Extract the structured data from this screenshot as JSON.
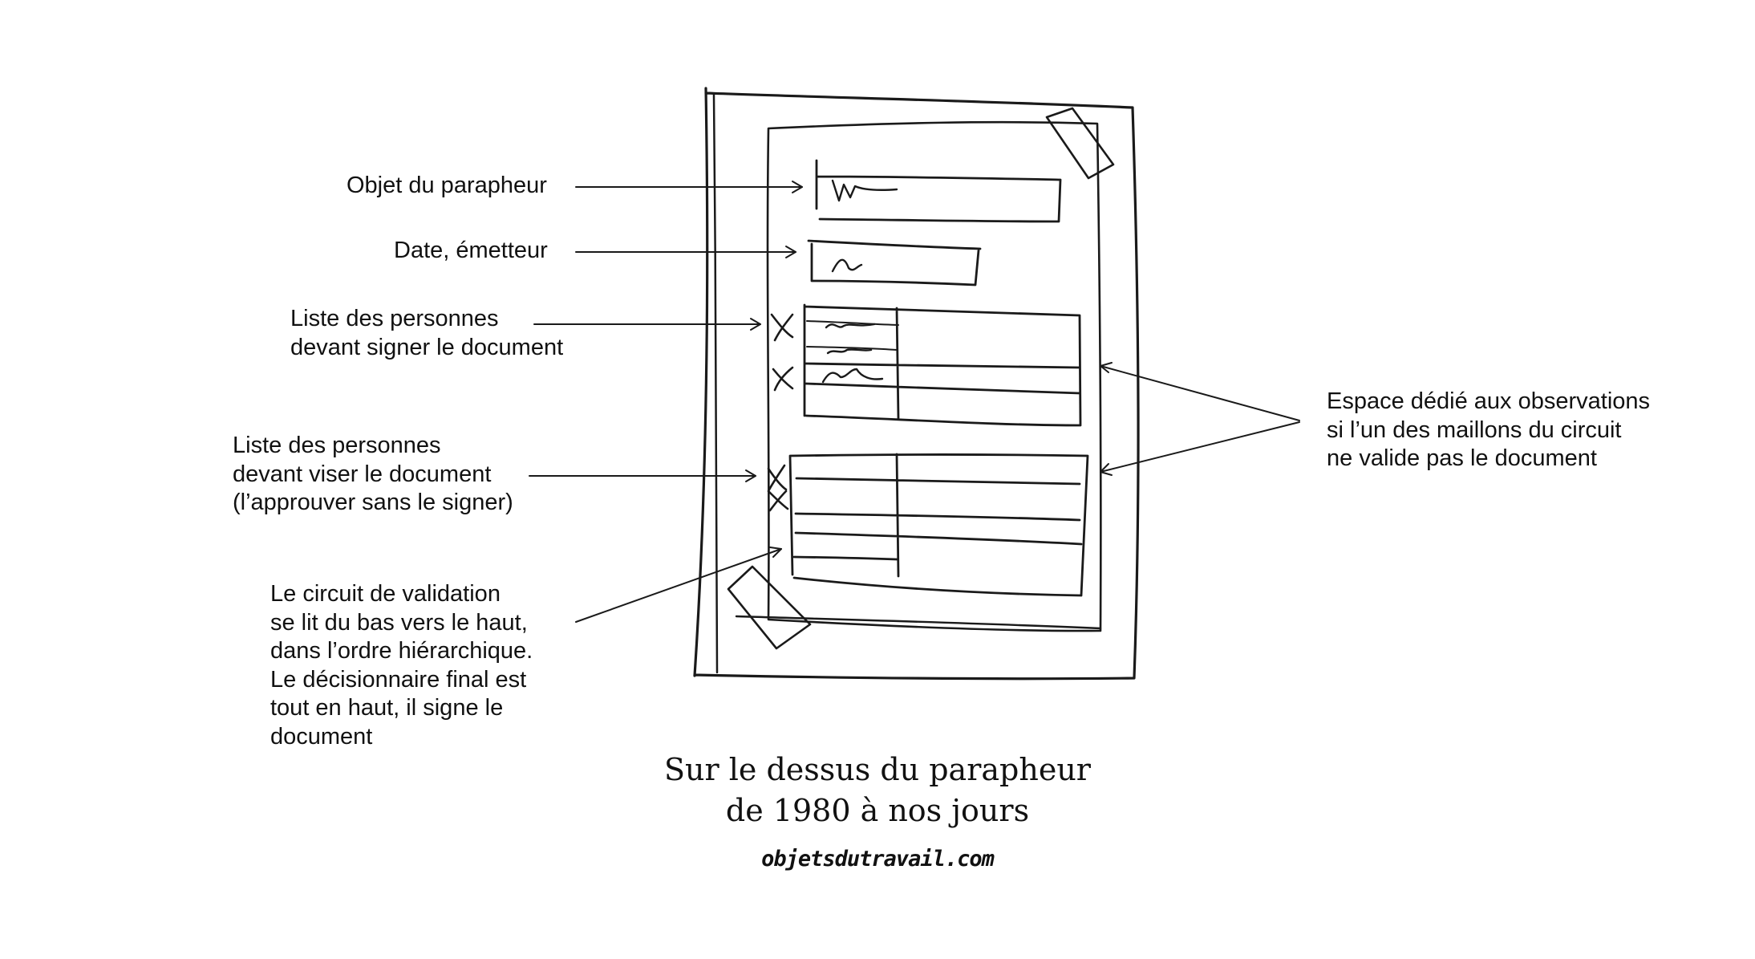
{
  "annotations": {
    "objet": "Objet du parapheur",
    "date": "Date, émetteur",
    "signataires": "Liste des personnes\ndevant signer le document",
    "viseurs": "Liste des personnes\ndevant viser le document\n(l’approuver sans le signer)",
    "circuit": "Le circuit de validation\nse lit du bas vers le haut,\ndans l’ordre hiérarchique.\nLe décisionnaire final est\ntout en haut, il signe le\ndocument",
    "observations": "Espace dédié aux observations\nsi l’un des maillons du circuit\nne valide pas le document"
  },
  "caption": "Sur le dessus du parapheur\nde 1980 à nos jours",
  "site": "objetsdutravail.com",
  "colors": {
    "ink": "#1a1a1a",
    "background": "#ffffff"
  }
}
